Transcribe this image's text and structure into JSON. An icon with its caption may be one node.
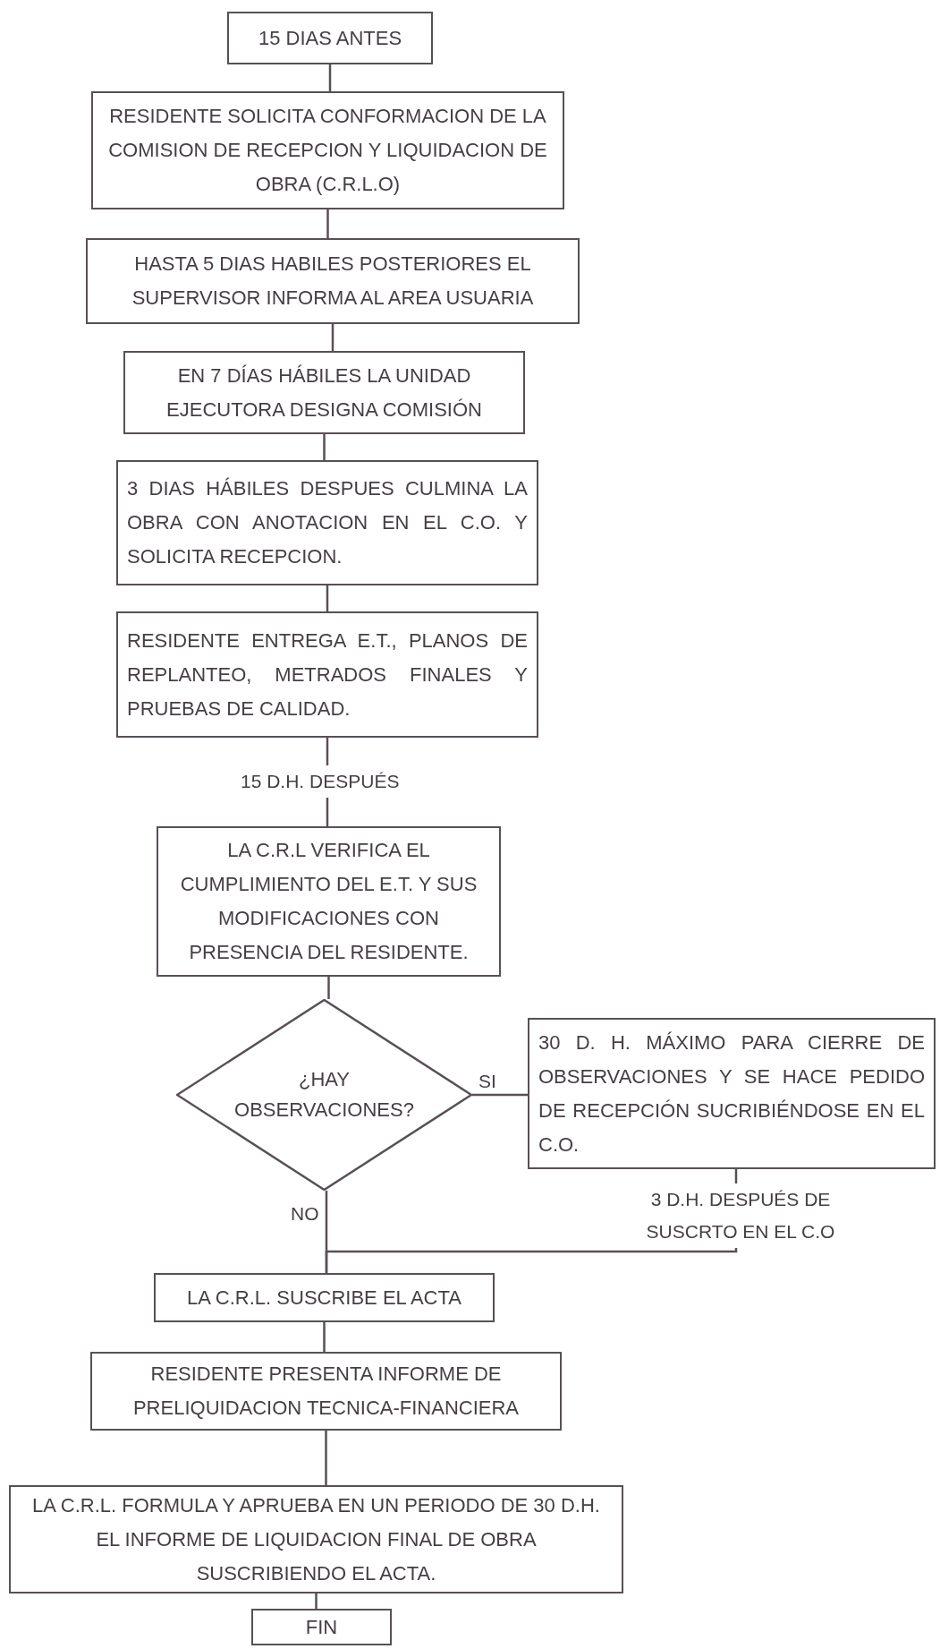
{
  "diagram": {
    "nodes": [
      {
        "text": [
          "15 DIAS ANTES"
        ]
      },
      {
        "text": [
          "RESIDENTE SOLICITA CONFORMACION DE LA COMISION DE RECEPCION Y LIQUIDACION DE OBRA (C.R.L.O)"
        ]
      },
      {
        "text": [
          "HASTA 5 DIAS HABILES POSTERIORES EL SUPERVISOR INFORMA AL AREA USUARIA"
        ]
      },
      {
        "text": [
          "EN 7 DÍAS HÁBILES LA UNIDAD EJECUTORA DESIGNA COMISIÓN"
        ]
      },
      {
        "text": [
          "3 DIAS HÁBILES DESPUES CULMINA LA OBRA CON ANOTACION EN EL C.O. Y SOLICITA RECEPCION."
        ]
      },
      {
        "text": [
          "RESIDENTE ENTREGA E.T., PLANOS DE REPLANTEO, METRADOS FINALES Y PRUEBAS DE CALIDAD."
        ]
      },
      {
        "text": [
          "LA C.R.L VERIFICA EL CUMPLIMIENTO DEL E.T. Y SUS MODIFICACIONES CON PRESENCIA DEL RESIDENTE."
        ]
      },
      {
        "text": [
          "¿HAY OBSERVACIONES?"
        ]
      },
      {
        "text": [
          "30 D. H. MÁXIMO PARA CIERRE DE OBSERVACIONES Y SE HACE PEDIDO DE RECEPCIÓN SUCRIBIÉNDOSE EN EL C.O."
        ]
      },
      {
        "text": [
          "LA C.R.L. SUSCRIBE EL ACTA"
        ]
      },
      {
        "text": [
          "RESIDENTE PRESENTA INFORME DE PRELIQUIDACION TECNICA-FINANCIERA"
        ]
      },
      {
        "text": [
          "LA C.R.L. FORMULA Y APRUEBA EN UN PERIODO DE 30 D.H. EL INFORME DE LIQUIDACION FINAL DE OBRA SUSCRIBIENDO EL ACTA."
        ]
      },
      {
        "text": [
          "FIN"
        ]
      }
    ],
    "edges": [
      {
        "from": 0,
        "to": 1,
        "arrow": "none"
      },
      {
        "from": 1,
        "to": 2,
        "arrow": "none"
      },
      {
        "from": 2,
        "to": 3,
        "arrow": "none"
      },
      {
        "from": 3,
        "to": 4,
        "arrow": "none"
      },
      {
        "from": 4,
        "to": 5,
        "arrow": "none"
      },
      {
        "from": 5,
        "to": 6,
        "arrow": "none",
        "label": "15 D.H. DESPUÉS"
      },
      {
        "from": 6,
        "to": 7,
        "arrow": "none"
      },
      {
        "from": 7,
        "to": 8,
        "arrow": "none",
        "label": "SI"
      },
      {
        "from": 7,
        "to": 9,
        "arrow": "none",
        "label": "NO"
      },
      {
        "from": 8,
        "to": 9,
        "arrow": "none",
        "label": "3 D.H. DESPUÉS DE SUSCRTO EN EL C.O"
      },
      {
        "from": 9,
        "to": 10,
        "arrow": "none"
      },
      {
        "from": 10,
        "to": 11,
        "arrow": "none"
      },
      {
        "from": 11,
        "to": 12,
        "arrow": "none"
      }
    ]
  }
}
